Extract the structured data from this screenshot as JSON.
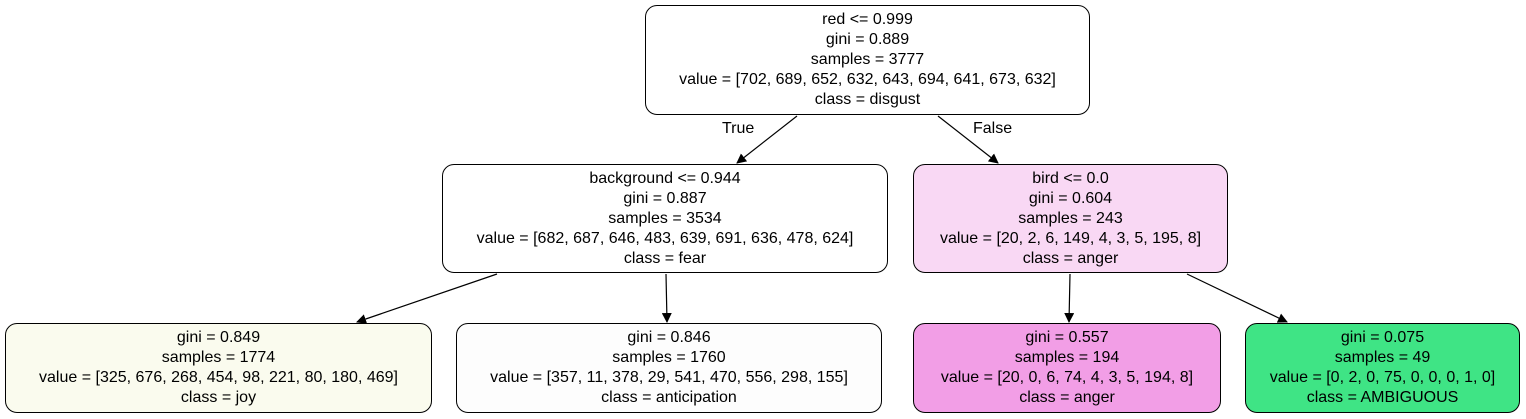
{
  "tree": {
    "root": {
      "fill": "#ffffff",
      "lines": [
        "red <= 0.999",
        "gini = 0.889",
        "samples = 3777",
        "value = [702, 689, 652, 632, 643, 694, 641, 673, 632]",
        "class = disgust"
      ]
    },
    "left": {
      "fill": "#ffffff",
      "lines": [
        "background <= 0.944",
        "gini = 0.887",
        "samples = 3534",
        "value = [682, 687, 646, 483, 639, 691, 636, 478, 624]",
        "class = fear"
      ]
    },
    "right": {
      "fill": "#f9d8f4",
      "lines": [
        "bird <= 0.0",
        "gini = 0.604",
        "samples = 243",
        "value = [20, 2, 6, 149, 4, 3, 5, 195, 8]",
        "class = anger"
      ]
    },
    "left_left": {
      "fill": "#fafbee",
      "lines": [
        "gini = 0.849",
        "samples = 1774",
        "value = [325, 676, 268, 454, 98, 221, 80, 180, 469]",
        "class = joy"
      ]
    },
    "left_right": {
      "fill": "#fdfdfd",
      "lines": [
        "gini = 0.846",
        "samples = 1760",
        "value = [357, 11, 378, 29, 541, 470, 556, 298, 155]",
        "class = anticipation"
      ]
    },
    "right_left": {
      "fill": "#f29ee6",
      "lines": [
        "gini = 0.557",
        "samples = 194",
        "value = [20, 0, 6, 74, 4, 3, 5, 194, 8]",
        "class = anger"
      ]
    },
    "right_right": {
      "fill": "#3fe485",
      "lines": [
        "gini = 0.075",
        "samples = 49",
        "value = [0, 2, 0, 75, 0, 0, 0, 1, 0]",
        "class = AMBIGUOUS"
      ]
    }
  },
  "edge_labels": {
    "true": "True",
    "false": "False"
  }
}
